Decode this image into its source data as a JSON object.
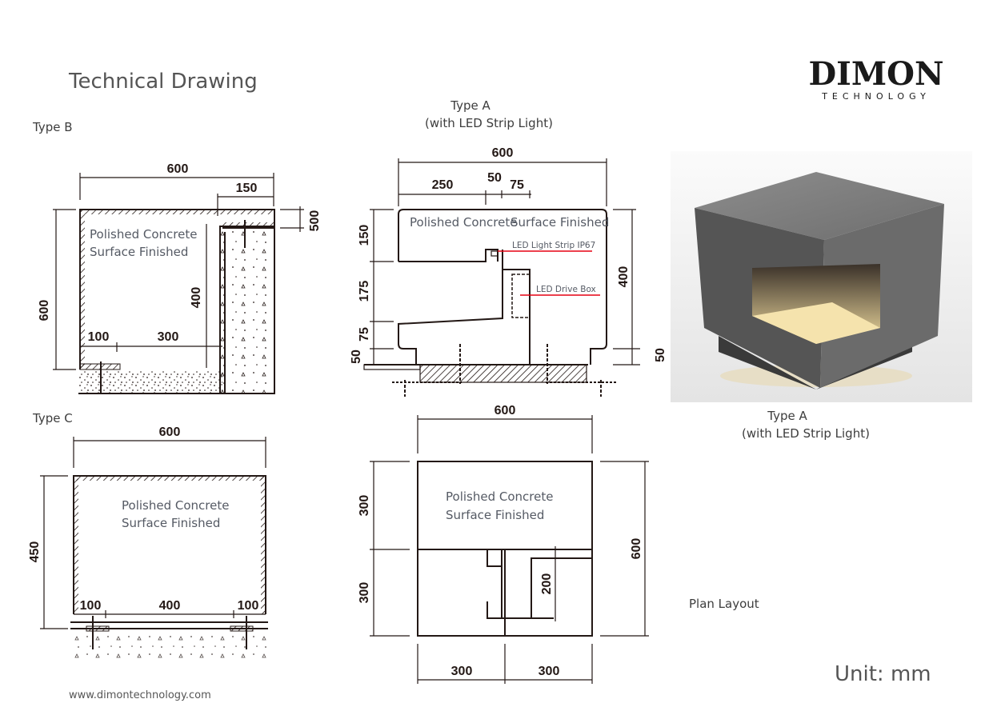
{
  "page": {
    "title": "Technical Drawing",
    "website": "www.dimontechnology.com",
    "unit": "Unit: mm"
  },
  "logo": {
    "brand": "DIMON",
    "sub": "TECHNOLOGY"
  },
  "type_b": {
    "label": "Type B",
    "finish": [
      "Polished Concrete",
      "Surface Finished"
    ],
    "dims": {
      "width": "600",
      "top_right": "150",
      "lip": "500",
      "height": "600",
      "inner_height": "400",
      "base_left": "100",
      "base_mid": "300"
    }
  },
  "type_a": {
    "label": "Type A",
    "sublabel": "(with LED Strip Light)",
    "finish_left": "Polished Concrete",
    "finish_right": "Surface Finished",
    "led_strip": "LED Light Strip IP67",
    "led_box": "LED Drive Box",
    "dims": {
      "width": "600",
      "d250": "250",
      "d50": "50",
      "d75": "75",
      "h150": "150",
      "h175": "175",
      "h75": "75",
      "h50": "50",
      "right400": "400",
      "right50": "50"
    }
  },
  "type_c": {
    "label": "Type C",
    "finish": [
      "Polished Concrete",
      "Surface Finished"
    ],
    "dims": {
      "width": "600",
      "height": "450",
      "left": "100",
      "mid": "400",
      "right": "100"
    }
  },
  "plan": {
    "label": "Plan Layout",
    "finish": [
      "Polished Concrete",
      "Surface Finished"
    ],
    "dims": {
      "width": "600",
      "left_top": "300",
      "left_bottom": "300",
      "right": "600",
      "inner": "200",
      "bottom_left": "300",
      "bottom_right": "300"
    }
  },
  "photo": {
    "label": "Type A",
    "sublabel": "(with LED Strip Light)"
  },
  "colors": {
    "line": "#231815",
    "led_arrow": "#e60012",
    "text": "#555a64"
  }
}
